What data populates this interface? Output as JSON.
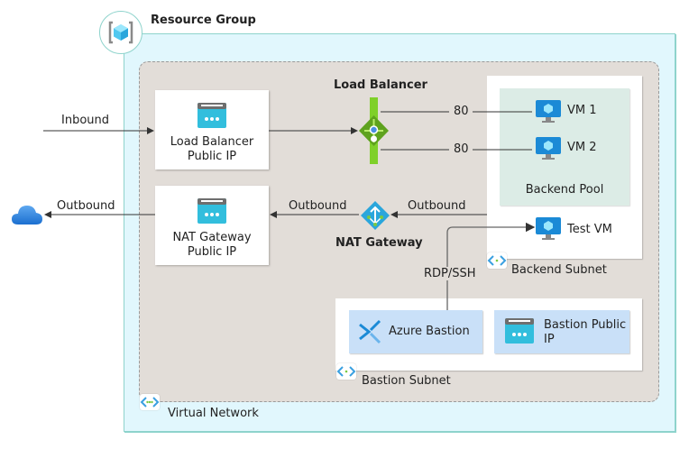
{
  "resource_group": {
    "label": "Resource Group",
    "icon": "resource-group-icon"
  },
  "virtual_network": {
    "label": "Virtual Network",
    "icon": "virtual-network-icon"
  },
  "external": {
    "inbound_label": "Inbound",
    "outbound_label": "Outbound",
    "internet_icon": "cloud-icon"
  },
  "load_balancer_public_ip": {
    "line1": "Load Balancer",
    "line2": "Public IP",
    "icon": "public-ip-icon"
  },
  "nat_gateway_public_ip": {
    "line1": "NAT Gateway",
    "line2": "Public IP",
    "icon": "public-ip-icon"
  },
  "load_balancer": {
    "label": "Load Balancer",
    "icon": "load-balancer-icon",
    "port_labels": [
      "80",
      "80"
    ]
  },
  "nat_gateway": {
    "label": "NAT Gateway",
    "icon": "nat-gateway-icon",
    "outbound_left": "Outbound",
    "outbound_right": "Outbound"
  },
  "backend_subnet": {
    "label": "Backend Subnet",
    "backend_pool": {
      "label": "Backend Pool",
      "vms": [
        "VM 1",
        "VM 2"
      ]
    },
    "test_vm": "Test VM"
  },
  "rdp_label": "RDP/SSH",
  "bastion_subnet": {
    "label": "Bastion Subnet",
    "azure_bastion": "Azure Bastion",
    "bastion_public_ip_line1": "Bastion Public",
    "bastion_public_ip_line2": "IP"
  },
  "colors": {
    "resource_group_bg": "#e1f7fd",
    "resource_group_border": "#8ed3cc",
    "vnet_bg": "#e2ddd8",
    "backend_pool_bg": "#dcece6",
    "bastion_box_bg": "#c9e0f8",
    "load_balancer_green": "#7fcf2a",
    "azure_blue": "#1b8ad6"
  }
}
